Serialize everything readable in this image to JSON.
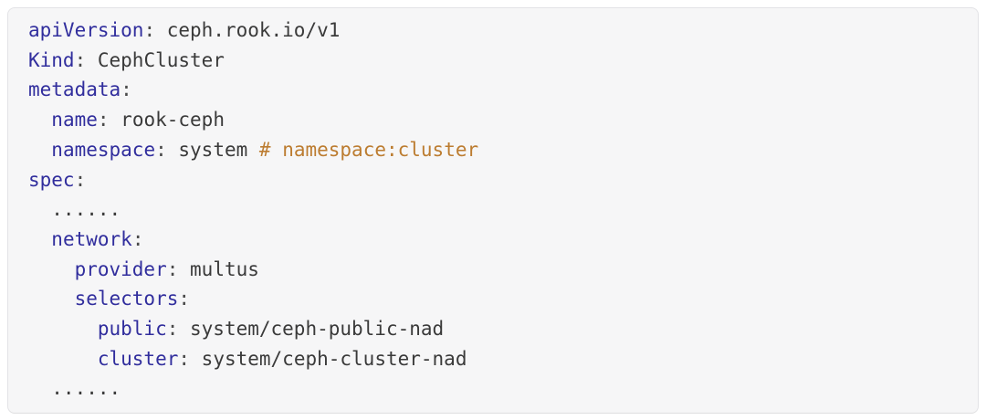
{
  "colors": {
    "key": "#312e9d",
    "punct": "#4a4a4a",
    "value": "#3a3a3a",
    "plain": "#3a3a3a",
    "comment": "#bc7c30",
    "card_bg": "#f6f6f7",
    "card_border": "#e3e3e6",
    "page_bg": "#ffffff"
  },
  "code": {
    "language": "yaml",
    "lines": [
      {
        "tokens": [
          {
            "type": "key",
            "text": "apiVersion"
          },
          {
            "type": "punct",
            "text": ":"
          },
          {
            "type": "value",
            "text": " ceph.rook.io/v1"
          }
        ]
      },
      {
        "tokens": [
          {
            "type": "key",
            "text": "Kind"
          },
          {
            "type": "punct",
            "text": ":"
          },
          {
            "type": "value",
            "text": " CephCluster"
          }
        ]
      },
      {
        "tokens": [
          {
            "type": "key",
            "text": "metadata"
          },
          {
            "type": "punct",
            "text": ":"
          }
        ]
      },
      {
        "tokens": [
          {
            "type": "plain",
            "text": "  "
          },
          {
            "type": "key",
            "text": "name"
          },
          {
            "type": "punct",
            "text": ":"
          },
          {
            "type": "value",
            "text": " rook-ceph"
          }
        ]
      },
      {
        "tokens": [
          {
            "type": "plain",
            "text": "  "
          },
          {
            "type": "key",
            "text": "namespace"
          },
          {
            "type": "punct",
            "text": ":"
          },
          {
            "type": "value",
            "text": " system "
          },
          {
            "type": "comment",
            "text": "# namespace:cluster"
          }
        ]
      },
      {
        "tokens": [
          {
            "type": "key",
            "text": "spec"
          },
          {
            "type": "punct",
            "text": ":"
          }
        ]
      },
      {
        "tokens": [
          {
            "type": "plain",
            "text": "  ......"
          }
        ]
      },
      {
        "tokens": [
          {
            "type": "plain",
            "text": "  "
          },
          {
            "type": "key",
            "text": "network"
          },
          {
            "type": "punct",
            "text": ":"
          }
        ]
      },
      {
        "tokens": [
          {
            "type": "plain",
            "text": "    "
          },
          {
            "type": "key",
            "text": "provider"
          },
          {
            "type": "punct",
            "text": ":"
          },
          {
            "type": "value",
            "text": " multus"
          }
        ]
      },
      {
        "tokens": [
          {
            "type": "plain",
            "text": "    "
          },
          {
            "type": "key",
            "text": "selectors"
          },
          {
            "type": "punct",
            "text": ":"
          }
        ]
      },
      {
        "tokens": [
          {
            "type": "plain",
            "text": "      "
          },
          {
            "type": "key",
            "text": "public"
          },
          {
            "type": "punct",
            "text": ":"
          },
          {
            "type": "value",
            "text": " system/ceph-public-nad"
          }
        ]
      },
      {
        "tokens": [
          {
            "type": "plain",
            "text": "      "
          },
          {
            "type": "key",
            "text": "cluster"
          },
          {
            "type": "punct",
            "text": ":"
          },
          {
            "type": "value",
            "text": " system/ceph-cluster-nad"
          }
        ]
      },
      {
        "tokens": [
          {
            "type": "plain",
            "text": "  ......"
          }
        ]
      }
    ]
  }
}
